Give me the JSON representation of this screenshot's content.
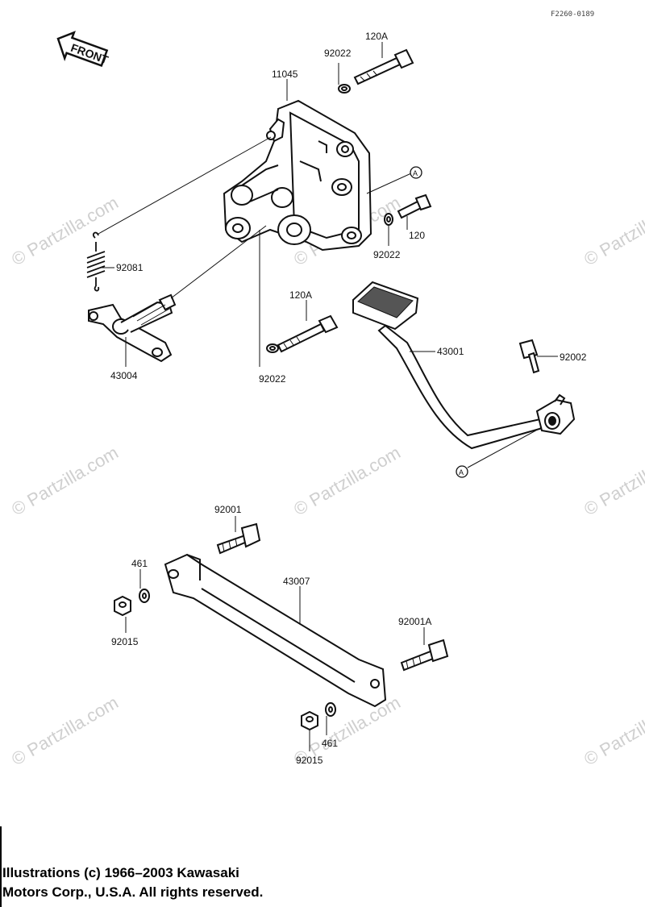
{
  "drawing_code": "F2260-0189",
  "front_label": "FRONT",
  "watermark_text": "© Partzilla.com",
  "parts": {
    "p11045": "11045",
    "p92022_top": "92022",
    "p120A_top": "120A",
    "p120": "120",
    "p92022_right": "92022",
    "p92081": "92081",
    "p43004": "43004",
    "p120A_mid": "120A",
    "p92022_mid": "92022",
    "p43001": "43001",
    "p92002": "92002",
    "p92001": "92001",
    "p461_left": "461",
    "p92015_left": "92015",
    "p43007": "43007",
    "p92001A": "92001A",
    "p461_bottom": "461",
    "p92015_bottom": "92015"
  },
  "ref_marker": "A",
  "copyright": {
    "line1": "Illustrations (c) 1966–2003 Kawasaki",
    "line2": "Motors Corp., U.S.A.  All rights reserved."
  },
  "colors": {
    "ink": "#111111",
    "watermark": "#cfcfcf",
    "background": "#ffffff"
  }
}
